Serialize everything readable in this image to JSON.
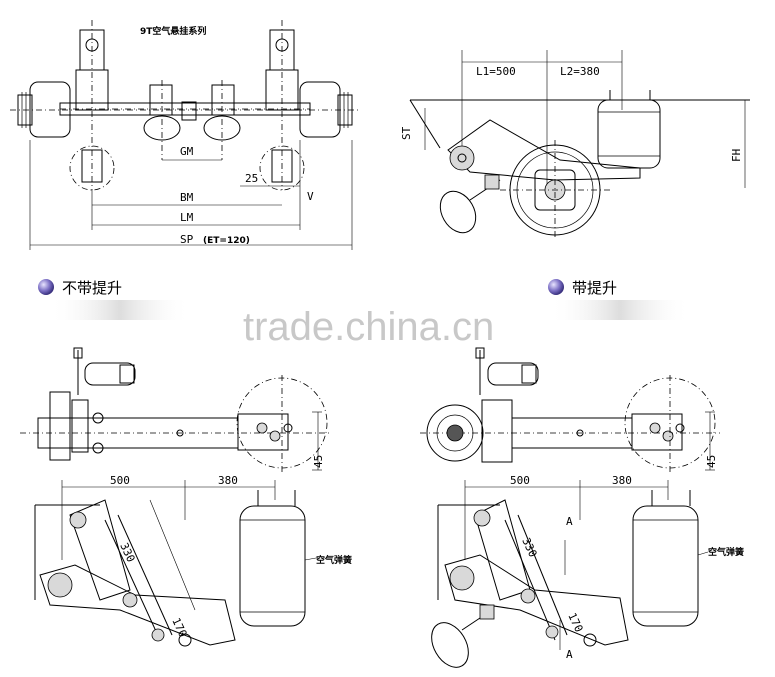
{
  "title": "9T空气悬挂系列",
  "top_left": {
    "dims": {
      "gm": "GM",
      "d25": "25",
      "v": "V",
      "bm": "BM",
      "lm": "LM",
      "sp": "SP",
      "et": "(ET=120)"
    }
  },
  "top_right": {
    "dims": {
      "l1": "L1=500",
      "l2": "L2=380",
      "st": "ST",
      "fh": "FH"
    }
  },
  "captions": {
    "no_lift": "不带提升",
    "with_lift": "带提升"
  },
  "watermark": "trade.china.cn",
  "bottom_left": {
    "dims": {
      "d45": "45",
      "d500": "500",
      "d380": "380",
      "d330": "330",
      "d170": "170"
    },
    "airbag_label": "空气弹簧"
  },
  "bottom_right": {
    "dims": {
      "d45": "45",
      "d500": "500",
      "d380": "380",
      "d330": "330",
      "d170": "170",
      "a": "A"
    },
    "airbag_label": "空气弹簧"
  },
  "colors": {
    "bullet": "#7b6fc4",
    "line": "#000000",
    "watermark": "#c8c8c8"
  }
}
